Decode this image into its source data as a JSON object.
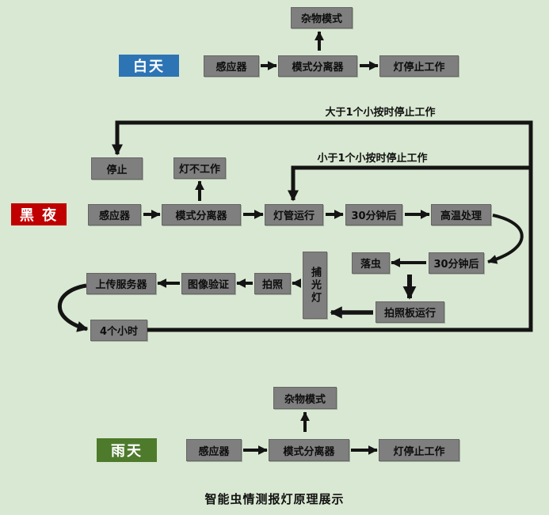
{
  "title": {
    "caption": "智能虫情测报灯原理展示"
  },
  "sections": {
    "day": {
      "label": "白天",
      "nodes": {
        "debris": "杂物模式",
        "sensor": "感应器",
        "separator": "模式分离器",
        "lamp_stop": "灯停止工作"
      }
    },
    "night": {
      "label": "黑 夜",
      "annotations": {
        "gt_one_hour": "大于1个小按时停止工作",
        "lt_one_hour": "小于1个小按时停止工作"
      },
      "nodes": {
        "stop": "停止",
        "lamp_off": "灯不工作",
        "sensor": "感应器",
        "separator": "模式分离器",
        "lamp_run": "灯管运行",
        "after_30min_1": "30分钟后",
        "high_temp": "高温处理",
        "after_30min_2": "30分钟后",
        "insect_fall": "落虫",
        "photo_board": "拍照板运行",
        "trap_lamp": "捕光灯",
        "photo": "拍照",
        "image_verify": "图像验证",
        "upload_server": "上传服务器",
        "four_hours": "4个小时"
      }
    },
    "rain": {
      "label": "雨天",
      "nodes": {
        "debris": "杂物模式",
        "sensor": "感应器",
        "separator": "模式分离器",
        "lamp_stop": "灯停止工作"
      }
    }
  },
  "colors": {
    "background": "#d9e8d2",
    "node_fill": "#7f7f7f",
    "node_border": "#666666",
    "day_label": "#2d74b5",
    "night_label": "#c00000",
    "rain_label": "#4e7a2c",
    "arrow": "#141414"
  }
}
